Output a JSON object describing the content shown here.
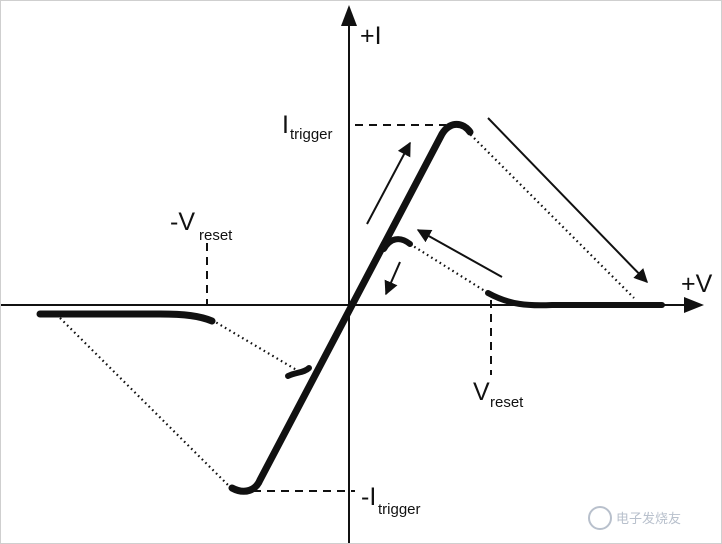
{
  "axes": {
    "x_label": "+V",
    "y_label": "+I"
  },
  "labels": {
    "i_trigger_main": "I",
    "i_trigger_sub": "trigger",
    "neg_i_trigger_main": "-I",
    "neg_i_trigger_sub": "trigger",
    "v_reset_main": "V",
    "v_reset_sub": "reset",
    "neg_v_reset_main": "-V",
    "neg_v_reset_sub": "reset"
  },
  "watermark": {
    "text": "电子发烧友"
  },
  "colors": {
    "ink": "#111111",
    "watermark": "#b8c0cc"
  }
}
